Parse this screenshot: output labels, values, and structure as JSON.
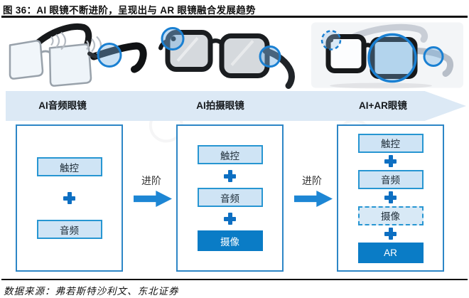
{
  "figure": {
    "title": "图 36：AI 眼镜不断进阶，呈现出与 AR 眼镜融合发展趋势",
    "source": "数据来源：弗若斯特沙利文、东北证券"
  },
  "band": {
    "shape": "right-arrow-band",
    "color": "#dce9f5"
  },
  "transition": {
    "label": "进阶"
  },
  "stages": [
    {
      "label": "AI音频眼镜",
      "image": "audio-glasses-photo",
      "image_annotations": [
        "sound-wave-icon",
        "touch-highlight-circle"
      ],
      "features": [
        {
          "label": "触控",
          "style": "light"
        },
        {
          "label": "音频",
          "style": "light"
        }
      ]
    },
    {
      "label": "AI拍摄眼镜",
      "image": "camera-glasses-photo",
      "image_annotations": [
        "camera-highlight-circle",
        "touch-highlight-circle"
      ],
      "features": [
        {
          "label": "触控",
          "style": "light"
        },
        {
          "label": "音频",
          "style": "light"
        },
        {
          "label": "摄像",
          "style": "solid"
        }
      ]
    },
    {
      "label": "AI+AR眼镜",
      "image": "ar-glasses-photo",
      "image_annotations": [
        "camera-highlight-circle-dashed",
        "ar-lens-highlight-circle",
        "touch-highlight-circle"
      ],
      "features": [
        {
          "label": "触控",
          "style": "light"
        },
        {
          "label": "音频",
          "style": "light"
        },
        {
          "label": "摄像",
          "style": "dashed"
        },
        {
          "label": "AR",
          "style": "solid"
        }
      ]
    }
  ],
  "colors": {
    "band_bg": "#dce9f5",
    "feature_light_bg": "#cfe4f5",
    "feature_border": "#2796d2",
    "feature_solid_bg": "#0a7cc6",
    "plus": "#0d6fc2",
    "transition_arrow": "#1d86d4",
    "container_border": "#2d86c6",
    "highlight_circle": "#1a80d2",
    "rule": "#111111"
  }
}
